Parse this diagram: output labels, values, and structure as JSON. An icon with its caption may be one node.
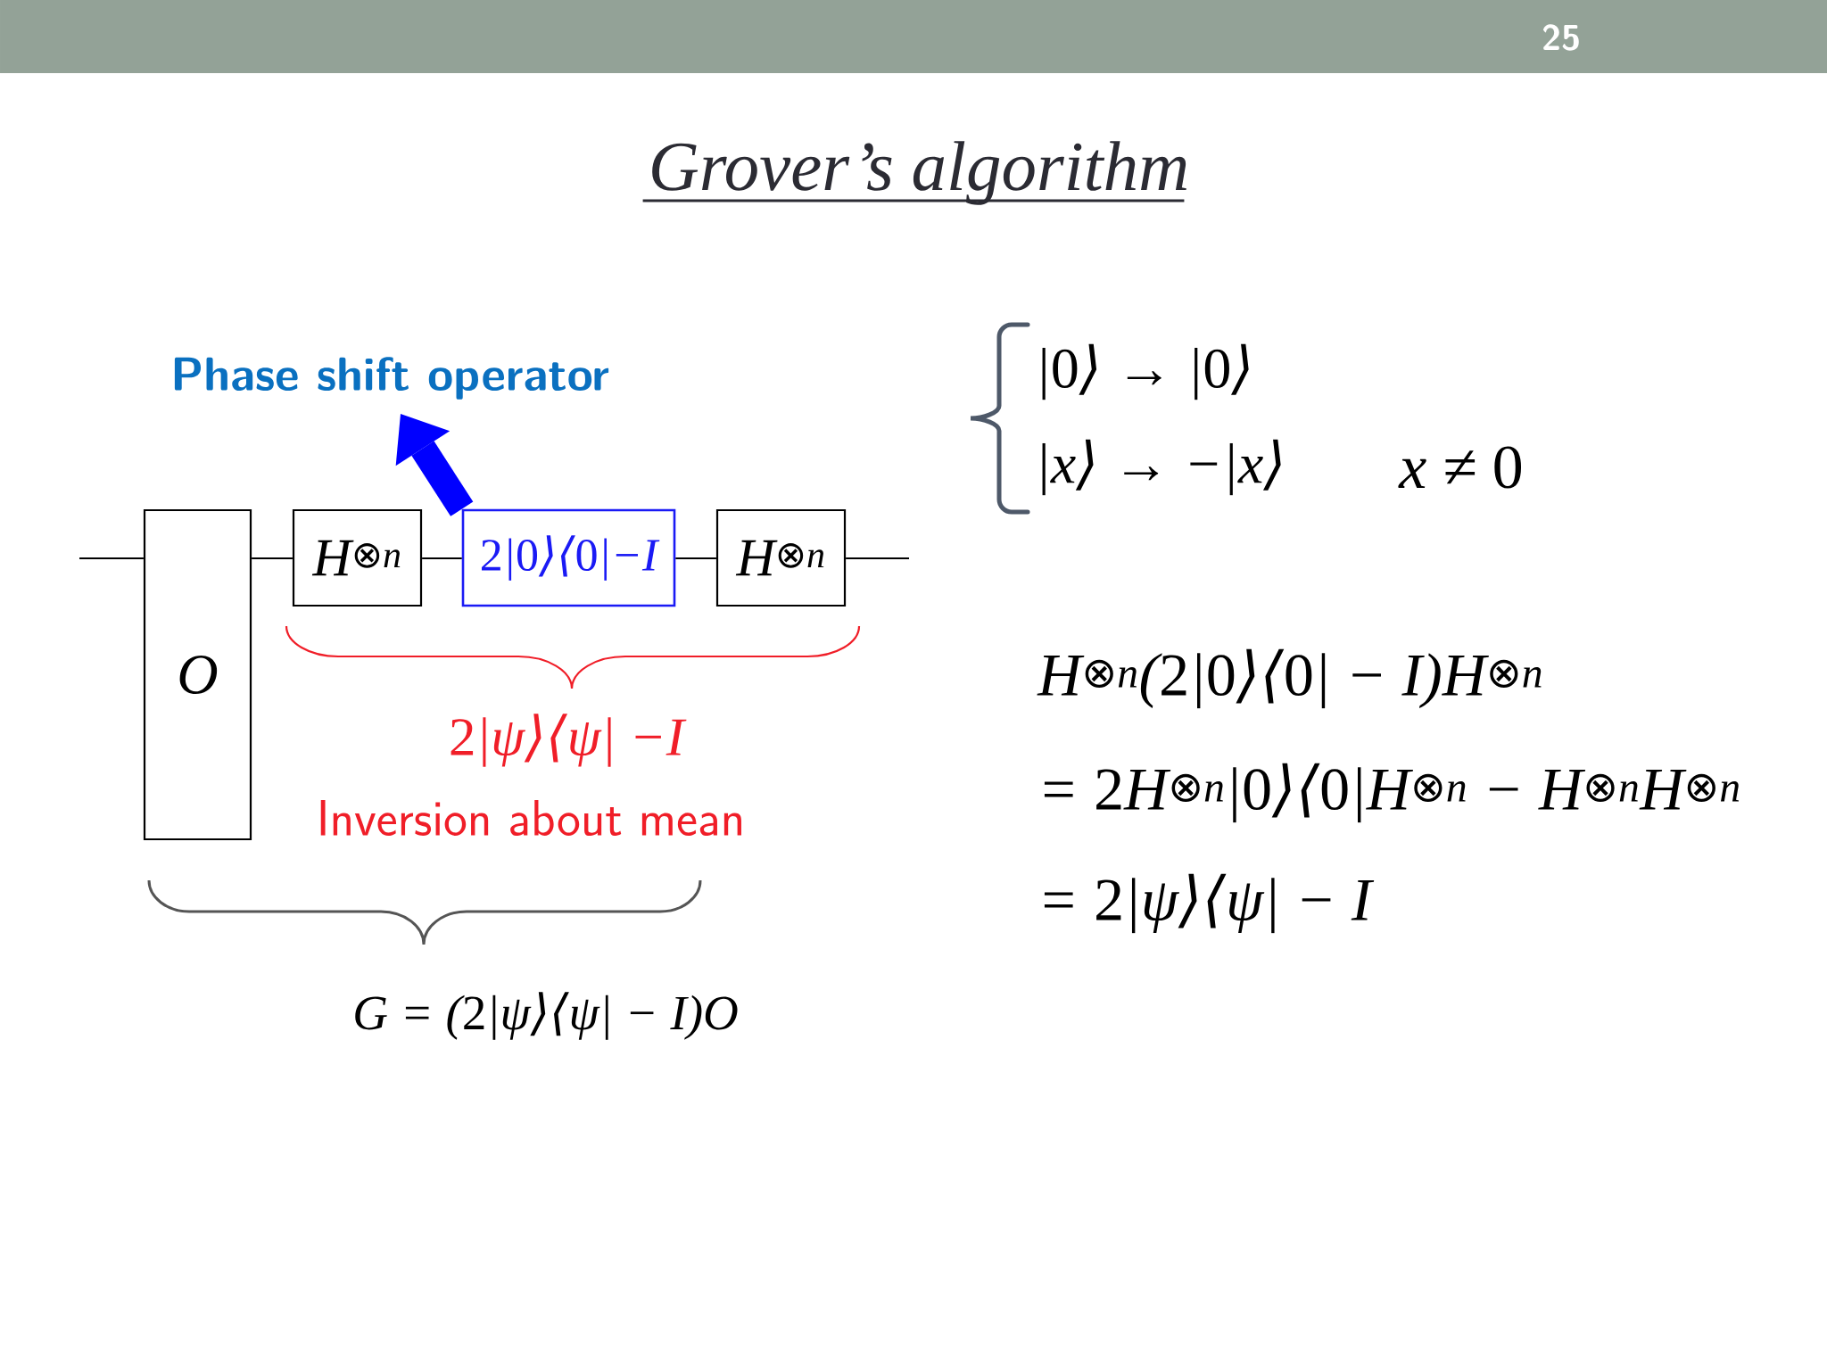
{
  "diagram": {
    "title": "Grover’s algorithm",
    "nodes": [
      {
        "text": [
          "O"
        ]
      },
      {
        "text": [
          "H$^{⊗n}$"
        ]
      },
      {
        "text": [
          "2|0⟩⟨0|−I"
        ]
      },
      {
        "text": [
          "H$^{⊗n}$"
        ]
      },
      {
        "text": [
          "Phase shift operator"
        ]
      }
    ],
    "edges": [
      {
        "from": null,
        "to": 0,
        "arrow": "none"
      },
      {
        "from": 0,
        "to": 1,
        "arrow": "none"
      },
      {
        "from": 1,
        "to": 2,
        "arrow": "none"
      },
      {
        "from": 2,
        "to": 3,
        "arrow": "none"
      },
      {
        "from": 3,
        "to": null,
        "arrow": "none"
      },
      {
        "from": 2,
        "to": 4,
        "arrow": "to",
        "style": "thick",
        "color": "#0000ff"
      }
    ],
    "labels": [
      "25",
      "|0⟩ → |0⟩",
      "|x⟩ → −|x⟩",
      "x ≠ 0",
      "H$^{⊗n}$(2|0⟩⟨0| − I)H$^{⊗n}$",
      "= 2H$^{⊗n}$|0⟩⟨0|H$^{⊗n}$ − H$^{⊗n}$H$^{⊗n}$",
      "= 2|ψ⟩⟨ψ| − I",
      "2|ψ⟩⟨ψ| −I",
      "Inversion about mean",
      "G = (2|ψ⟩⟨ψ| − I)O"
    ]
  }
}
